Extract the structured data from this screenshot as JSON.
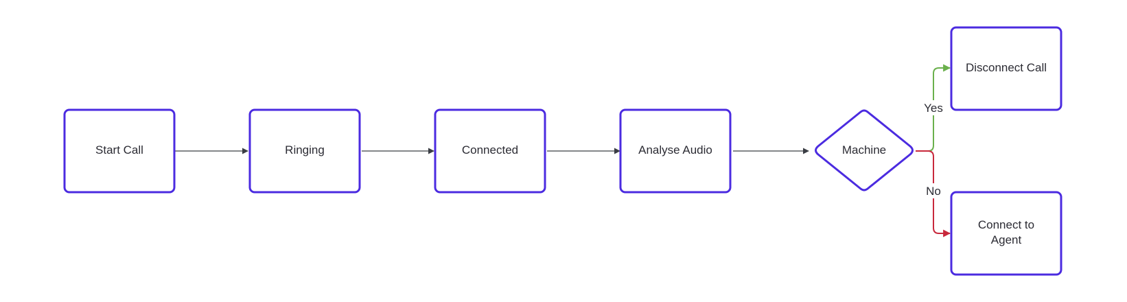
{
  "colors": {
    "node_border": "#4b2be0",
    "edge_default": "#3a3d44",
    "edge_yes": "#6ab04c",
    "edge_no": "#c8283c",
    "text": "#2b2b33"
  },
  "nodes": {
    "start": {
      "label": "Start Call"
    },
    "ringing": {
      "label": "Ringing"
    },
    "connected": {
      "label": "Connected"
    },
    "analyse": {
      "label": "Analyse Audio"
    },
    "machine": {
      "label": "Machine"
    },
    "disconnect": {
      "label": "Disconnect Call"
    },
    "agent": {
      "label_line1": "Connect to",
      "label_line2": "Agent"
    }
  },
  "edges": {
    "yes_label": "Yes",
    "no_label": "No"
  }
}
